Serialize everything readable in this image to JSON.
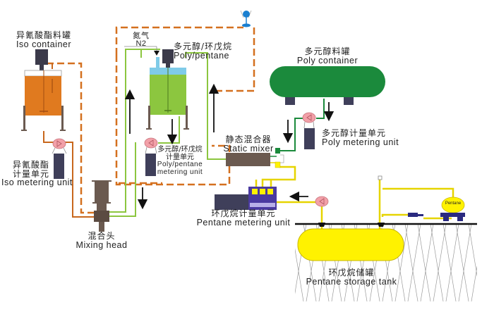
{
  "labels": {
    "iso_container": {
      "cn": "异氰酸酯料罐",
      "en": "Iso container"
    },
    "iso_metering": {
      "cn1": "异氰酸酯",
      "cn2": "计量单元",
      "en": "Iso metering unit"
    },
    "mixing_head": {
      "cn": "混合头",
      "en": "Mixing head"
    },
    "nitrogen": {
      "cn": "氮气",
      "en": "N2"
    },
    "poly_pentane_tank": {
      "cn": "多元醇/环戊烷",
      "en": "Poly/pentane"
    },
    "poly_pentane_metering": {
      "cn1": "多元醇/环戊烷",
      "cn2": "计量单元",
      "en1": "Poly/pentane",
      "en2": "metering unit"
    },
    "poly_container": {
      "cn": "多元醇料罐",
      "en": "Poly container"
    },
    "poly_metering": {
      "cn": "多元醇计量单元",
      "en": "Poly metering unit"
    },
    "static_mixer": {
      "cn": "静态混合器",
      "en": "Static mixer"
    },
    "pentane_metering": {
      "cn": "环戊烷计量单元",
      "en": "Pentane metering unit"
    },
    "pentane_storage": {
      "cn": "环戊烷储罐",
      "en": "Pentane storage tank"
    },
    "pentane_vessel": "Pentane"
  },
  "colors": {
    "iso": "#e07a1f",
    "iso_line": "#c8671c",
    "poly_green": "#1b8a3c",
    "poly_light": "#8cc63f",
    "pentane": "#fff200",
    "pentane_line": "#e6d400",
    "metering": "#3f3f5a",
    "pump": "#f2a0a8",
    "nitrogen": "#7fcbe8",
    "mixhead": "#6b5a50"
  }
}
